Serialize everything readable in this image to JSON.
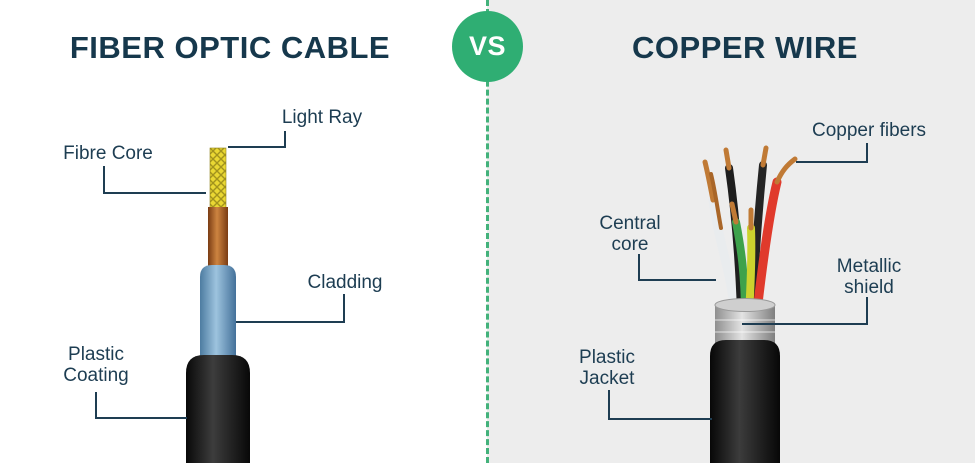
{
  "fiber_panel": {
    "title": "FIBER OPTIC CABLE",
    "labels": {
      "light_ray": "Light Ray",
      "fibre_core": "Fibre Core",
      "cladding": "Cladding",
      "plastic_coating": "Plastic Coating"
    }
  },
  "copper_panel": {
    "title": "COPPER WIRE",
    "labels": {
      "copper_fibers": "Copper fibers",
      "central_core": "Central core",
      "metallic_shield": "Metallic shield",
      "plastic_jacket": "Plastic Jacket"
    }
  },
  "divider": {
    "vs_label": "VS"
  },
  "colors": {
    "accent_green": "#2fae73",
    "title_navy": "#16384c",
    "label_navy": "#1d3d52",
    "right_panel_bg": "#ededed",
    "fiber_core_yellow": "#e9d733",
    "copper": "#c07a35",
    "cladding_blue": "#9dc3de",
    "cable_black": "#1a1a1a",
    "wire_red": "#e03a2c",
    "wire_green": "#3da24b",
    "wire_yellow": "#ccd32e",
    "wire_white": "#e9ecee"
  }
}
